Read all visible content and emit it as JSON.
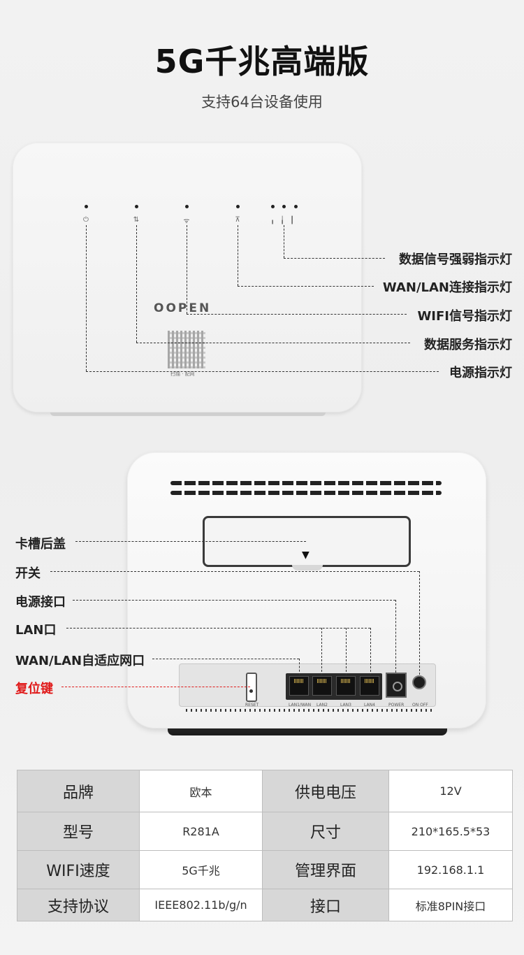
{
  "header": {
    "title": "5G千兆高端版",
    "subtitle": "支持64台设备使用"
  },
  "front_panel": {
    "brand": "OOPEN",
    "qr_caption": "扫描 · 配网",
    "callouts": [
      "数据信号强弱指示灯",
      "WAN/LAN连接指示灯",
      "WIFI信号指示灯",
      "数据服务指示灯",
      "电源指示灯"
    ]
  },
  "back_panel": {
    "callouts": {
      "sim_cover": "卡槽后盖",
      "switch": "开关",
      "power_port": "电源接口",
      "lan_port": "LAN口",
      "wan_lan_port": "WAN/LAN自适应网口",
      "reset": "复位键"
    },
    "port_labels": {
      "reset": "RESET",
      "lan1": "LAN1/WAN",
      "lan2": "LAN2",
      "lan3": "LAN3",
      "lan4": "LAN4",
      "power": "POWER",
      "onoff": "ON OFF"
    },
    "reset_color": "#e01a1a"
  },
  "specs": {
    "rows": [
      {
        "k1": "品牌",
        "v1": "欧本",
        "k2": "供电电压",
        "v2": "12V"
      },
      {
        "k1": "型号",
        "v1": "R281A",
        "k2": "尺寸",
        "v2": "210*165.5*53"
      },
      {
        "k1": "WIFI速度",
        "v1": "5G千兆",
        "k2": "管理界面",
        "v2": "192.168.1.1"
      },
      {
        "k1": "支持协议",
        "v1": "IEEE802.11b/g/n",
        "k2": "接口",
        "v2": "标准8PIN接口"
      }
    ]
  }
}
